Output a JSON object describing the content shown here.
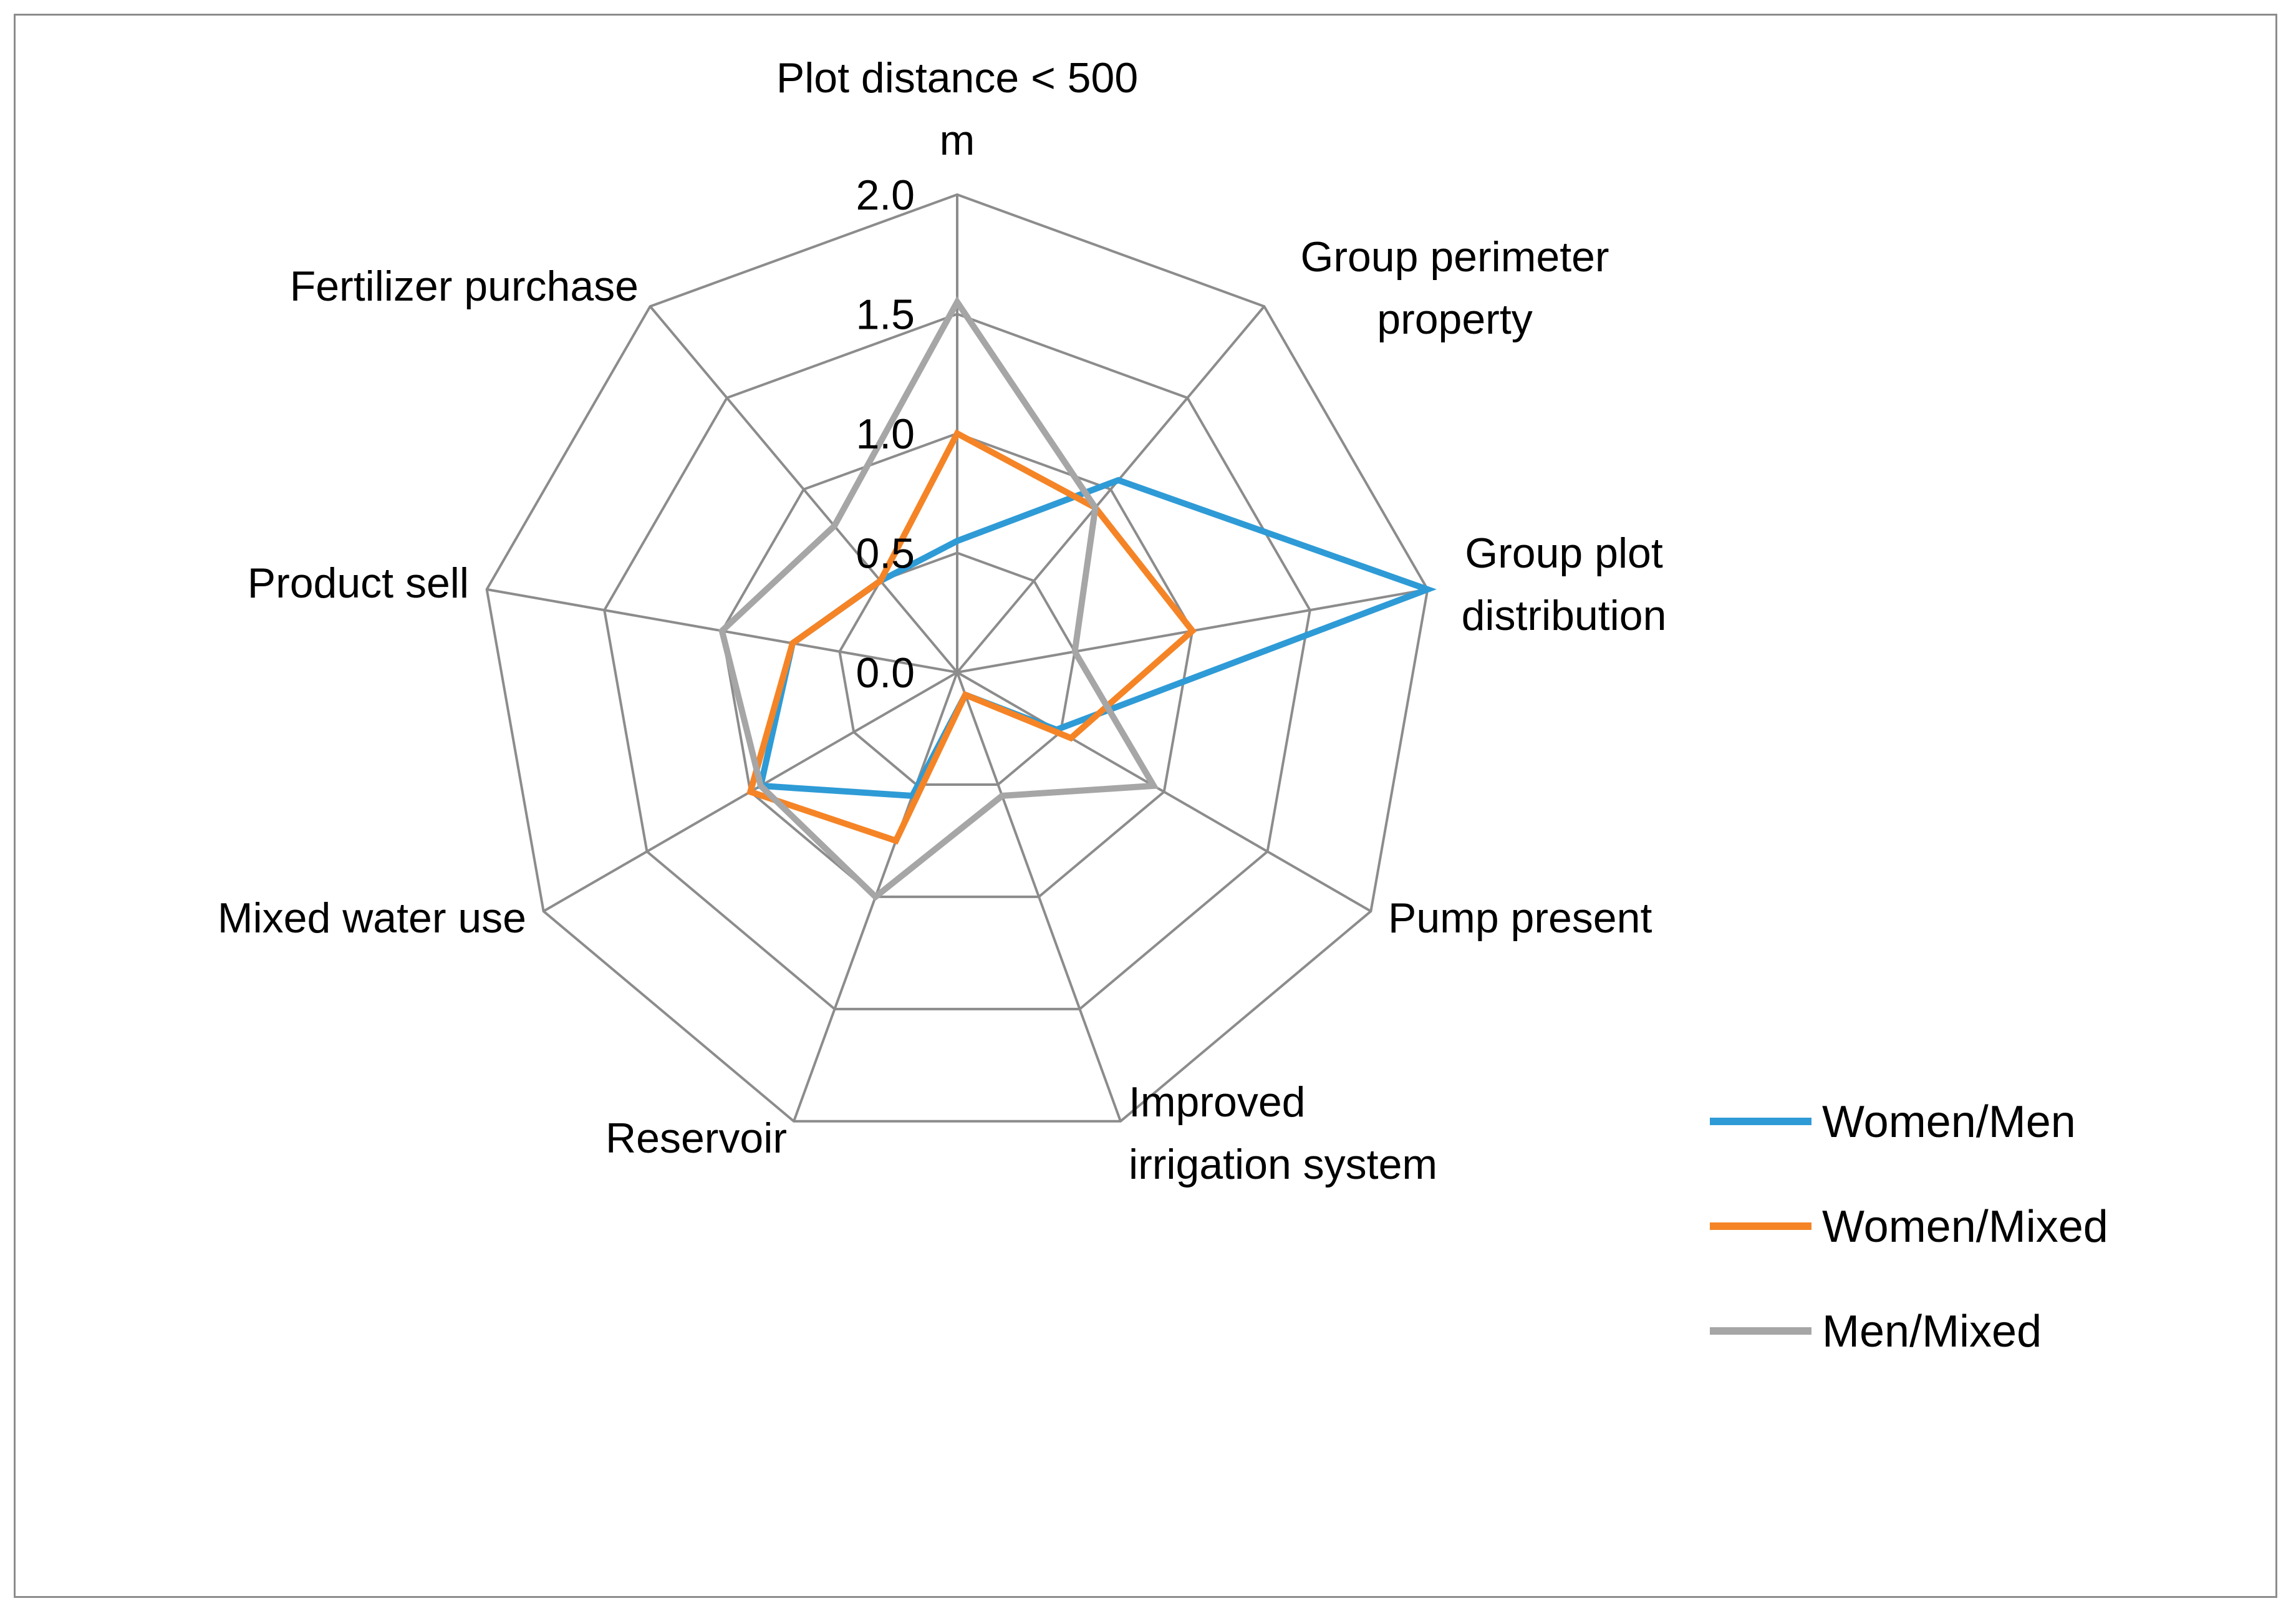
{
  "chart_data": {
    "type": "radar",
    "categories": [
      [
        "Plot distance < 500",
        "m"
      ],
      [
        "Group perimeter",
        "property"
      ],
      [
        "Group plot",
        "distribution"
      ],
      [
        "Pump present"
      ],
      [
        "Improved",
        "irrigation system"
      ],
      [
        "Reservoir"
      ],
      [
        "Mixed water use"
      ],
      [
        "Product sell"
      ],
      [
        "Fertilizer purchase"
      ]
    ],
    "series": [
      {
        "name": "Women/Men",
        "color": "#2E9BD6",
        "values": [
          0.55,
          1.05,
          2.0,
          0.48,
          0.1,
          0.55,
          0.95,
          0.7,
          0.5
        ]
      },
      {
        "name": "Women/Mixed",
        "color": "#F58426",
        "values": [
          1.0,
          0.9,
          1.0,
          0.55,
          0.1,
          0.75,
          1.0,
          0.7,
          0.5
        ]
      },
      {
        "name": "Men/Mixed",
        "color": "#A6A6A6",
        "values": [
          1.55,
          0.9,
          0.5,
          0.95,
          0.55,
          1.0,
          0.95,
          1.0,
          0.8
        ]
      }
    ],
    "ticks": [
      "0.0",
      "0.5",
      "1.0",
      "1.5",
      "2.0"
    ],
    "rmax": 2.0,
    "grid": true,
    "legend_position": "right"
  }
}
